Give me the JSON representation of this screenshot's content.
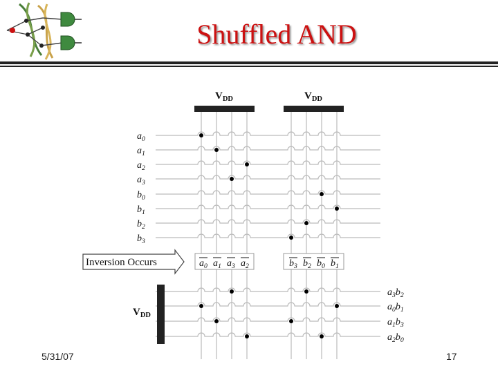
{
  "title": "Shuffled AND",
  "footer": {
    "date": "5/31/07",
    "page": "17"
  },
  "diagram": {
    "vdd_label": "V",
    "vdd_sub": "DD",
    "input_labels": [
      {
        "base": "a",
        "sub": "0"
      },
      {
        "base": "a",
        "sub": "1"
      },
      {
        "base": "a",
        "sub": "2"
      },
      {
        "base": "a",
        "sub": "3"
      },
      {
        "base": "b",
        "sub": "0"
      },
      {
        "base": "b",
        "sub": "1"
      },
      {
        "base": "b",
        "sub": "2"
      },
      {
        "base": "b",
        "sub": "3"
      }
    ],
    "inversion_text": "Inversion Occurs",
    "inverted_left": [
      {
        "base": "a",
        "sub": "0"
      },
      {
        "base": "a",
        "sub": "1"
      },
      {
        "base": "a",
        "sub": "3"
      },
      {
        "base": "a",
        "sub": "2"
      }
    ],
    "inverted_right": [
      {
        "base": "b",
        "sub": "3"
      },
      {
        "base": "b",
        "sub": "2"
      },
      {
        "base": "b",
        "sub": "0"
      },
      {
        "base": "b",
        "sub": "1"
      }
    ],
    "output_labels": [
      {
        "a": "a",
        "as": "3",
        "b": "b",
        "bs": "2"
      },
      {
        "a": "a",
        "as": "0",
        "b": "b",
        "bs": "1"
      },
      {
        "a": "a",
        "as": "1",
        "b": "b",
        "bs": "3"
      },
      {
        "a": "a",
        "as": "2",
        "b": "b",
        "bs": "0"
      }
    ],
    "top_dots": [
      [
        0,
        0
      ],
      [
        1,
        1
      ],
      [
        2,
        3
      ],
      [
        3,
        2
      ],
      [
        4,
        6
      ],
      [
        5,
        7
      ],
      [
        6,
        5
      ],
      [
        7,
        4
      ]
    ],
    "bottom_dots": [
      [
        0,
        2
      ],
      [
        0,
        5
      ],
      [
        1,
        0
      ],
      [
        1,
        7
      ],
      [
        2,
        1
      ],
      [
        2,
        4
      ],
      [
        3,
        3
      ],
      [
        3,
        6
      ]
    ]
  },
  "colors": {
    "title": "#cc1111",
    "wire": "#bbbbbb",
    "rail": "#222222",
    "dot": "#000000"
  }
}
